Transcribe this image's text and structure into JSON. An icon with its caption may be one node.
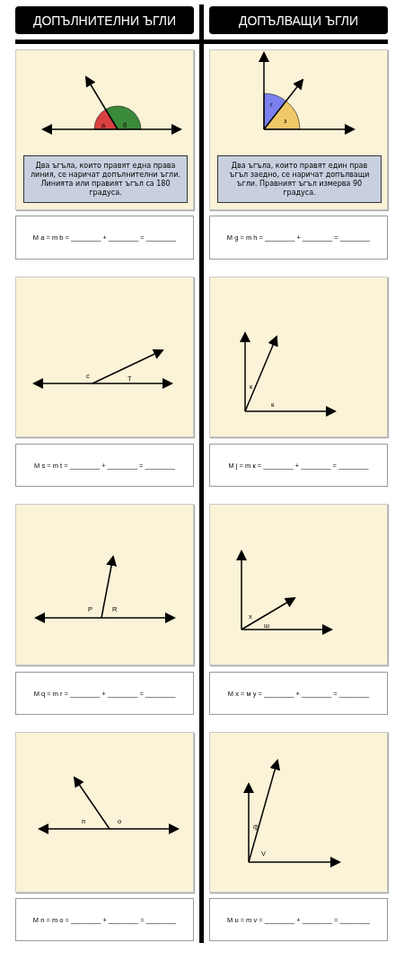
{
  "diagram": {
    "nodes": [
      {
        "text": [
          "ДОПЪЛНИТЕЛНИ ЪГЛИ"
        ]
      },
      {
        "text": [
          "ДОПЪЛВАЩИ ЪГЛИ"
        ]
      },
      {
        "text": [],
        "shape": "box"
      },
      {
        "text": [
          "Два ъгъла, които правят една права линия, се наричат допълнителни ъгли. Линията или правият ъгъл са 180 градуса."
        ],
        "in": 2
      },
      {
        "text": [],
        "shape": "box"
      },
      {
        "text": [
          "Два ъгъла, които правят един прав ъгъл заедно, се наричат допълващи ъгли. Правният ъгъл измерва 90 градуса."
        ],
        "in": 4
      },
      {
        "text": [
          "M a = m b = ________ + ________ = ________"
        ]
      },
      {
        "text": [
          "M g = m h = ________ + ________ = ________"
        ]
      },
      {
        "text": [],
        "shape": "box"
      },
      {
        "text": [],
        "shape": "box"
      },
      {
        "text": [
          "M s = m t = ________ + ________ = ________"
        ]
      },
      {
        "text": [
          "M j = m к = ________ + ________ = ________"
        ]
      },
      {
        "text": [],
        "shape": "box"
      },
      {
        "text": [],
        "shape": "box"
      },
      {
        "text": [
          "M q = m r = ________ + ________ = ________"
        ]
      },
      {
        "text": [
          "M x = м y = ________ + ________ = ________"
        ]
      },
      {
        "text": [],
        "shape": "box"
      },
      {
        "text": [],
        "shape": "box"
      },
      {
        "text": [
          "M n = m o = ________ + ________ = ________"
        ]
      },
      {
        "text": [
          "M u = m v = ________ + ________ = ________"
        ]
      }
    ],
    "labels": [
      "а",
      "б",
      "г",
      "з",
      "с",
      "Т",
      "к",
      "к",
      "P",
      "R",
      "х",
      "ш",
      "п",
      "о",
      "ф",
      "V"
    ]
  }
}
